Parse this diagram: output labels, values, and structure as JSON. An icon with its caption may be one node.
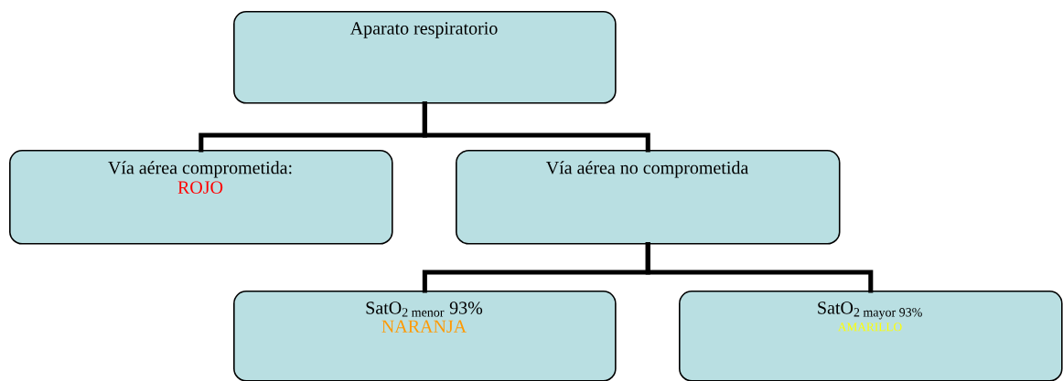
{
  "diagram": {
    "nodes": [
      {
        "text": [
          "Aparato respiratorio"
        ]
      },
      {
        "text": [
          "Vía aérea comprometida:",
          "ROJO"
        ]
      },
      {
        "text": [
          "Vía aérea no comprometida"
        ]
      },
      {
        "text": [
          "SatO$_{2 menor}$ 93%",
          "NARANJA"
        ]
      },
      {
        "text": [
          "SatO$_{2 mayor 93%}$",
          "AMARILLO"
        ]
      }
    ],
    "edges": [
      {
        "from": 0,
        "to": 1,
        "arrow": "none"
      },
      {
        "from": 0,
        "to": 2,
        "arrow": "none"
      },
      {
        "from": 2,
        "to": 3,
        "arrow": "none"
      },
      {
        "from": 2,
        "to": 4,
        "arrow": "none"
      }
    ]
  }
}
